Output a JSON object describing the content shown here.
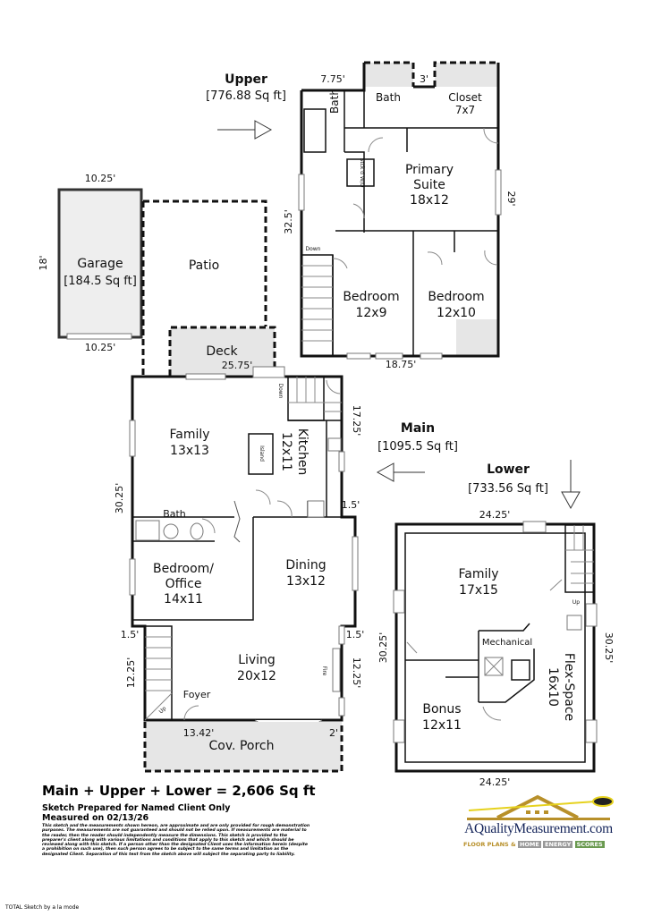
{
  "levels": {
    "upper": {
      "title": "Upper",
      "area": "[776.88 Sq ft]"
    },
    "main": {
      "title": "Main",
      "area": "[1095.5 Sq ft]"
    },
    "lower": {
      "title": "Lower",
      "area": "[733.56 Sq ft]"
    }
  },
  "upper_rooms": {
    "bath1": "Bath",
    "bath2": "Bath",
    "closet_name": "Closet",
    "closet_size": "7x7",
    "suite_name": "Primary",
    "suite_name2": "Suite",
    "suite_size": "18x12",
    "bed1_name": "Bedroom",
    "bed1_size": "12x9",
    "bed2_name": "Bedroom",
    "bed2_size": "12x10",
    "stackd": "Stck'd W/D",
    "down": "Down"
  },
  "upper_dims": {
    "top_left": "7.75'",
    "top_mid": "3'",
    "left": "32.5'",
    "right": "29'",
    "bottom": "18.75'"
  },
  "garage": {
    "name": "Garage",
    "area": "[184.5 Sq ft]",
    "top": "10.25'",
    "bottom": "10.25'",
    "side": "18'"
  },
  "patio": {
    "name": "Patio"
  },
  "deck": {
    "name": "Deck",
    "dim": "25.75'"
  },
  "main_rooms": {
    "family_name": "Family",
    "family_size": "13x13",
    "kitchen_name": "Kitchen",
    "kitchen_size": "12x11",
    "island": "Island",
    "down": "Down",
    "bath": "Bath",
    "bed_name": "Bedroom/",
    "bed_name2": "Office",
    "bed_size": "14x11",
    "dining_name": "Dining",
    "dining_size": "13x12",
    "living_name": "Living",
    "living_size": "20x12",
    "fire": "Fire",
    "foyer": "Foyer",
    "up": "Up",
    "porch": "Cov. Porch"
  },
  "main_dims": {
    "right_upper": "17.25'",
    "right_jog": "1.5'",
    "left": "30.25'",
    "left_jog": "1.5'",
    "left_lower": "12.25'",
    "right_jog2": "1.5'",
    "right_lower": "12.25'",
    "porch_width": "13.42'",
    "porch_depth": "2'"
  },
  "lower_rooms": {
    "family_name": "Family",
    "family_size": "17x15",
    "mechanical": "Mechanical",
    "bonus_name": "Bonus",
    "bonus_size": "12x11",
    "flex_name": "Flex-Space",
    "flex_size": "16x10",
    "up": "Up"
  },
  "lower_dims": {
    "top": "24.25'",
    "bottom": "24.25'",
    "left": "30.25'",
    "right": "30.25'"
  },
  "summary": {
    "total": "Main + Upper + Lower = 2,606 Sq ft",
    "prepared": "Sketch Prepared for Named Client Only",
    "measured": "Measured on 02/13/26",
    "disclaimer": "This sketch and the measurements shown hereon, are approximate and are only provided for rough demonstration purposes. The measurements are not guaranteed and should not be relied upon. If measurements are material to the reader, then the reader should independently measure the dimensions. This sketch is provided to the preparer's client along with various limitations and conditions that apply to this sketch and which should be reviewed along with this sketch. If a person other than the designated Client uses the information herein (despite a prohibition on such use), then such person agrees to be subject to the same terms and limitation as the designated Client. Separation of this text from the sketch above will subject the separating party to liability."
  },
  "logo": {
    "name": "AQualityMeasurement.com",
    "tagline_a": "FLOOR PLANS &",
    "tagline_b": "HOME",
    "tagline_c": "ENERGY",
    "tagline_d": "SCORES"
  },
  "footer": "TOTAL Sketch by a la mode",
  "colors": {
    "wall": "#111111",
    "shade": "#e6e6e6",
    "logo_blue": "#14245a",
    "logo_gold": "#b8902a"
  }
}
